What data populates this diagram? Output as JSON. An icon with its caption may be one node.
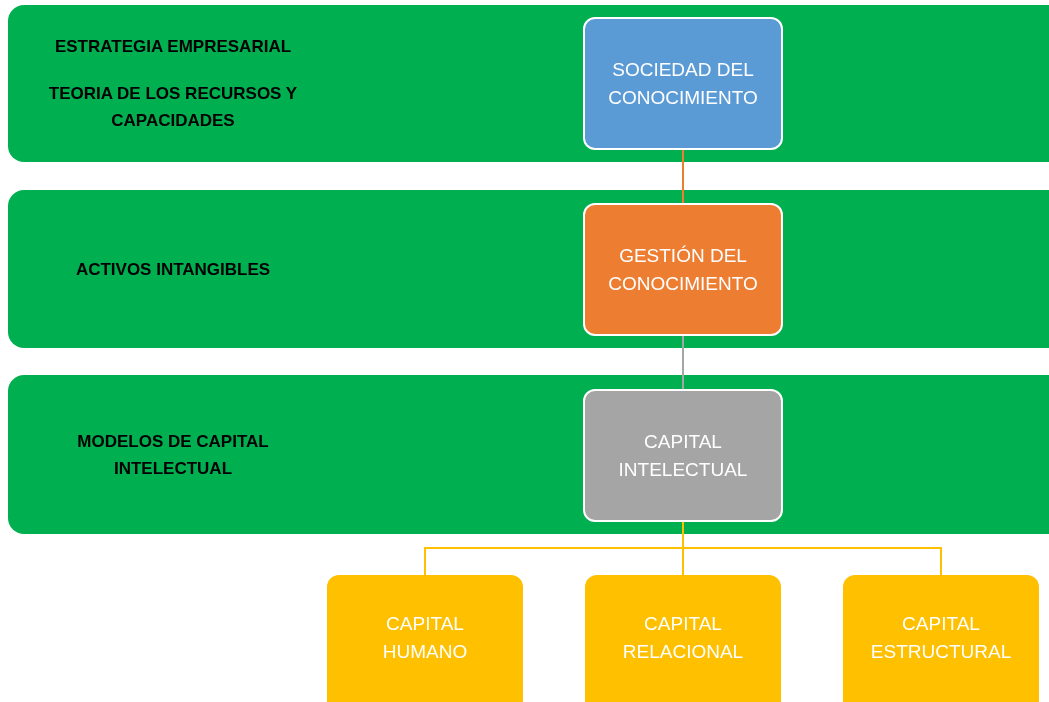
{
  "diagram": {
    "nodes": [
      {
        "text": [
          "ESTRATEGIA EMPRESARIAL",
          "TEORIA DE LOS RECURSOS Y CAPACIDADES"
        ]
      },
      {
        "text": [
          "SOCIEDAD DEL CONOCIMIENTO"
        ],
        "in": 0
      },
      {
        "text": [
          "ACTIVOS INTANGIBLES"
        ]
      },
      {
        "text": [
          "GESTIÓN DEL CONOCIMIENTO"
        ],
        "in": 2
      },
      {
        "text": [
          "MODELOS DE CAPITAL INTELECTUAL"
        ]
      },
      {
        "text": [
          "CAPITAL INTELECTUAL"
        ],
        "in": 4
      },
      {
        "text": [
          "CAPITAL HUMANO"
        ]
      },
      {
        "text": [
          "CAPITAL RELACIONAL"
        ]
      },
      {
        "text": [
          "CAPITAL ESTRUCTURAL"
        ]
      }
    ],
    "edges": [
      {
        "from": 1,
        "to": 3,
        "arrow": "none",
        "color": "#ed7d31"
      },
      {
        "from": 3,
        "to": 5,
        "arrow": "none",
        "color": "#a5a5a5"
      },
      {
        "from": 5,
        "to": 6,
        "arrow": "none"
      },
      {
        "from": 5,
        "to": 7,
        "arrow": "none"
      },
      {
        "from": 5,
        "to": 8,
        "arrow": "none"
      }
    ]
  }
}
